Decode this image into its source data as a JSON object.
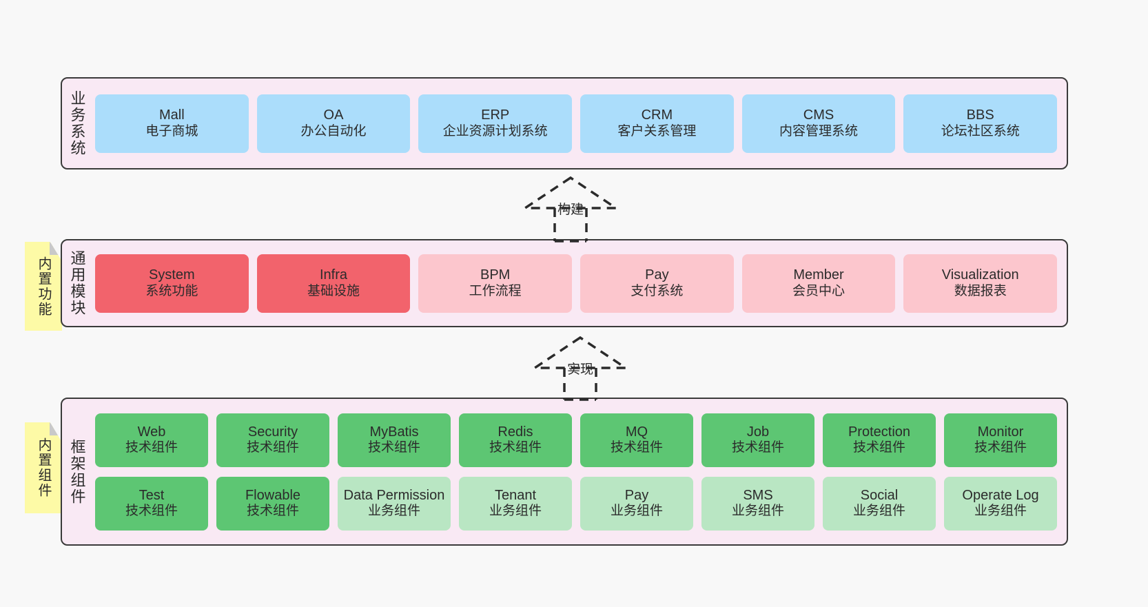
{
  "diagram": {
    "background_color": "#f8f8f8",
    "panel_color": "#f9e9f4",
    "note_color": "#fdfaa6"
  },
  "layers": [
    {
      "title": "业务系统",
      "nodes": [
        {
          "en": "Mall",
          "cn": "电子商城",
          "color": "#abddfb"
        },
        {
          "en": "OA",
          "cn": "办公自动化",
          "color": "#abddfb"
        },
        {
          "en": "ERP",
          "cn": "企业资源计划系统",
          "color": "#abddfb"
        },
        {
          "en": "CRM",
          "cn": "客户关系管理",
          "color": "#abddfb"
        },
        {
          "en": "CMS",
          "cn": "内容管理系统",
          "color": "#abddfb"
        },
        {
          "en": "BBS",
          "cn": "论坛社区系统",
          "color": "#abddfb"
        }
      ]
    },
    {
      "title": "通用模块",
      "note": "内置功能",
      "nodes": [
        {
          "en": "System",
          "cn": "系统功能",
          "color": "#f2636c"
        },
        {
          "en": "Infra",
          "cn": "基础设施",
          "color": "#f2636c"
        },
        {
          "en": "BPM",
          "cn": "工作流程",
          "color": "#fcc6cd"
        },
        {
          "en": "Pay",
          "cn": "支付系统",
          "color": "#fcc6cd"
        },
        {
          "en": "Member",
          "cn": "会员中心",
          "color": "#fcc6cd"
        },
        {
          "en": "Visualization",
          "cn": "数据报表",
          "color": "#fcc6cd"
        }
      ]
    },
    {
      "title": "框架组件",
      "note": "内置组件",
      "rows": [
        [
          {
            "en": "Web",
            "cn": "技术组件",
            "color": "#5dc673"
          },
          {
            "en": "Security",
            "cn": "技术组件",
            "color": "#5dc673"
          },
          {
            "en": "MyBatis",
            "cn": "技术组件",
            "color": "#5dc673"
          },
          {
            "en": "Redis",
            "cn": "技术组件",
            "color": "#5dc673"
          },
          {
            "en": "MQ",
            "cn": "技术组件",
            "color": "#5dc673"
          },
          {
            "en": "Job",
            "cn": "技术组件",
            "color": "#5dc673"
          },
          {
            "en": "Protection",
            "cn": "技术组件",
            "color": "#5dc673"
          },
          {
            "en": "Monitor",
            "cn": "技术组件",
            "color": "#5dc673"
          }
        ],
        [
          {
            "en": "Test",
            "cn": "技术组件",
            "color": "#5dc673"
          },
          {
            "en": "Flowable",
            "cn": "技术组件",
            "color": "#5dc673"
          },
          {
            "en": "Data Permission",
            "cn": "业务组件",
            "color": "#b9e6c3"
          },
          {
            "en": "Tenant",
            "cn": "业务组件",
            "color": "#b9e6c3"
          },
          {
            "en": "Pay",
            "cn": "业务组件",
            "color": "#b9e6c3"
          },
          {
            "en": "SMS",
            "cn": "业务组件",
            "color": "#b9e6c3"
          },
          {
            "en": "Social",
            "cn": "业务组件",
            "color": "#b9e6c3"
          },
          {
            "en": "Operate Log",
            "cn": "业务组件",
            "color": "#b9e6c3"
          }
        ]
      ]
    }
  ],
  "connectors": [
    {
      "label": "构建"
    },
    {
      "label": "实现"
    }
  ]
}
